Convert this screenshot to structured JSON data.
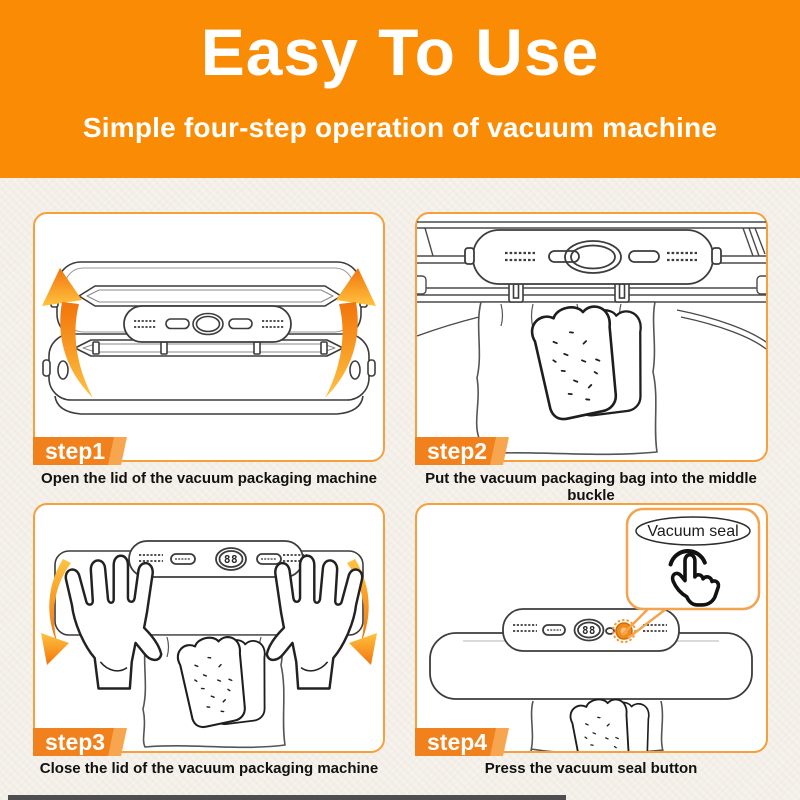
{
  "header": {
    "title": "Easy To Use",
    "subtitle": "Simple four-step operation of vacuum machine"
  },
  "steps": [
    {
      "label": "step1",
      "caption": "Open the lid of the vacuum packaging machine",
      "illustration": "open-lid-machine-with-up-arrows"
    },
    {
      "label": "step2",
      "caption": "Put the vacuum packaging bag into the middle buckle",
      "illustration": "machine-front-with-bag-and-bread"
    },
    {
      "label": "step3",
      "caption": "Close the lid of the vacuum packaging machine",
      "illustration": "hands-pressing-lid-with-down-arrows"
    },
    {
      "label": "step4",
      "caption": "Press the vacuum seal button",
      "illustration": "finger-pressing-vacuum-seal-button"
    }
  ],
  "step4_callout": {
    "label": "Vacuum seal",
    "icon": "tap-hand-icon"
  },
  "display_value": "88",
  "colors": {
    "header_orange": "#FA8C05",
    "badge_orange": "#F0811C",
    "badge_sliver": "#F7A54E",
    "panel_border": "#F5A03C",
    "arrow_orange_dark": "#F1740B",
    "arrow_orange_light": "#FFC340",
    "seal_button_orange": "#F28A1C",
    "background_cream": "#F6F2EC",
    "line_art": "#3C3C3C"
  }
}
